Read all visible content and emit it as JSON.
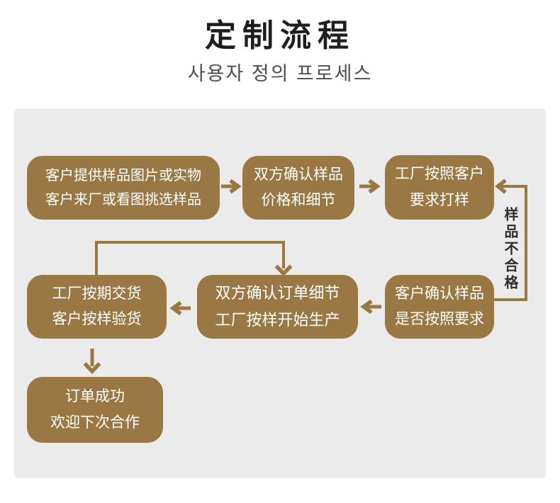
{
  "header": {
    "title_zh": "定制流程",
    "subtitle_ko": "사용자 정의 프로세스"
  },
  "flow": {
    "nodes": [
      {
        "id": "provide-sample",
        "line1": "客户提供样品图片或实物",
        "line2": "客户来厂或看图挑选样品"
      },
      {
        "id": "confirm-sample-price",
        "line1": "双方确认样品",
        "line2": "价格和细节"
      },
      {
        "id": "factory-sampling",
        "line1": "工厂按照客户",
        "line2": "要求打样"
      },
      {
        "id": "customer-confirm-sample",
        "line1": "客户确认样品",
        "line2": "是否按照要求"
      },
      {
        "id": "confirm-order-production",
        "line1": "双方确认订单细节",
        "line2": "工厂按样开始生产"
      },
      {
        "id": "delivery-inspection",
        "line1": "工厂按期交货",
        "line2": "客户按样验货"
      },
      {
        "id": "order-success",
        "line1": "订单成功",
        "line2": "欢迎下次合作"
      }
    ],
    "loop_label": "样品不合格"
  },
  "colors": {
    "accent": "#997843",
    "panel_bg": "#ebebeb",
    "box_text": "#ffffff",
    "title": "#1e1e1e",
    "subtitle": "#4e4e4e",
    "loop_label": "#2d2d2d"
  }
}
